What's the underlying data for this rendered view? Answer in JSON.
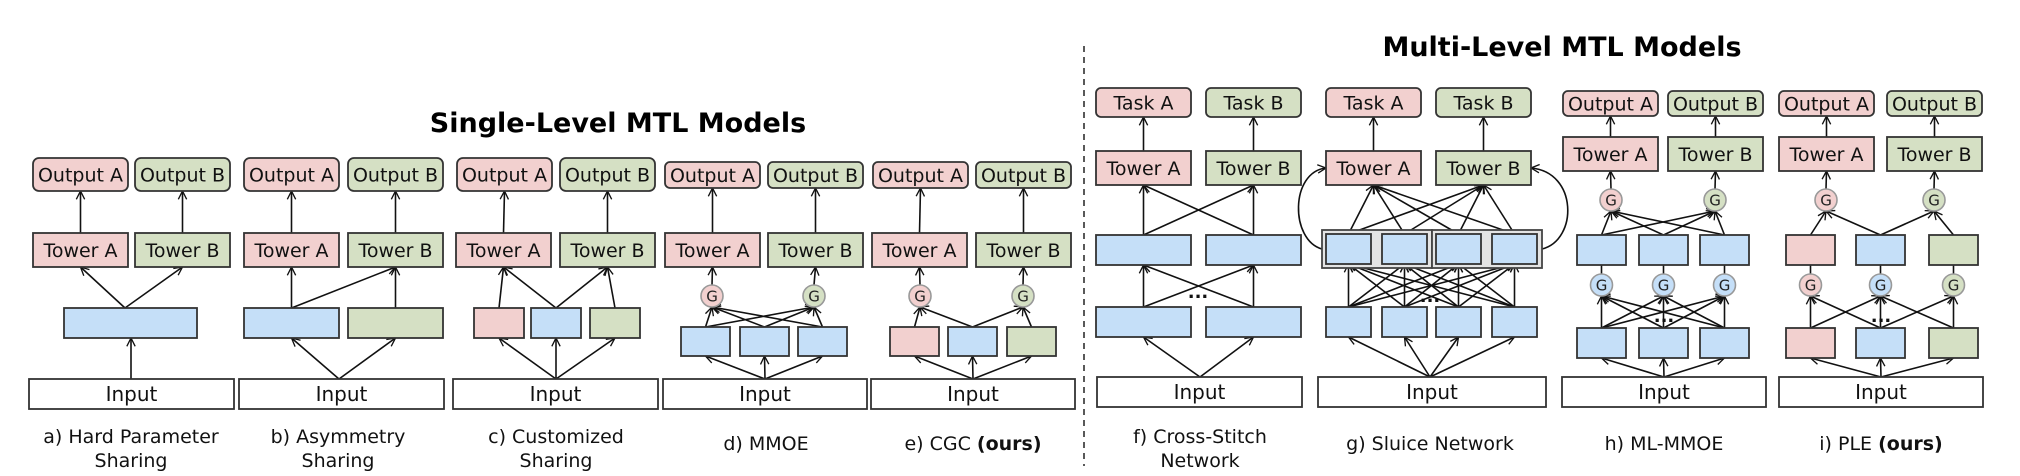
{
  "colors": {
    "task_a": "#f2d0cf",
    "task_b": "#d5e0c4",
    "shared": "#c5dff8",
    "input": "#ffffff",
    "gate_shared": "#c5dff8"
  },
  "sections": {
    "single_level_title": "Single-Level MTL Models",
    "multi_level_title": "Multi-Level MTL Models"
  },
  "labels": {
    "output_a": "Output A",
    "output_b": "Output B",
    "task_a": "Task A",
    "task_b": "Task B",
    "tower_a": "Tower A",
    "tower_b": "Tower B",
    "input": "Input",
    "gate": "G",
    "ellipsis": "..."
  },
  "panels": [
    {
      "id": "a",
      "caption_lines": [
        "a) Hard Parameter",
        "Sharing"
      ],
      "caption_bold": ""
    },
    {
      "id": "b",
      "caption_lines": [
        "b) Asymmetry",
        "Sharing"
      ],
      "caption_bold": ""
    },
    {
      "id": "c",
      "caption_lines": [
        "c) Customized",
        "Sharing"
      ],
      "caption_bold": ""
    },
    {
      "id": "d",
      "caption_lines": [
        "d) MMOE"
      ],
      "caption_bold": ""
    },
    {
      "id": "e",
      "caption_lines": [
        "e) CGC "
      ],
      "caption_bold": "(ours)"
    },
    {
      "id": "f",
      "caption_lines": [
        "f) Cross-Stitch",
        "Network"
      ],
      "caption_bold": ""
    },
    {
      "id": "g",
      "caption_lines": [
        "g) Sluice Network"
      ],
      "caption_bold": ""
    },
    {
      "id": "h",
      "caption_lines": [
        "h) ML-MMOE"
      ],
      "caption_bold": ""
    },
    {
      "id": "i",
      "caption_lines": [
        "i) PLE "
      ],
      "caption_bold": "(ours)"
    }
  ]
}
